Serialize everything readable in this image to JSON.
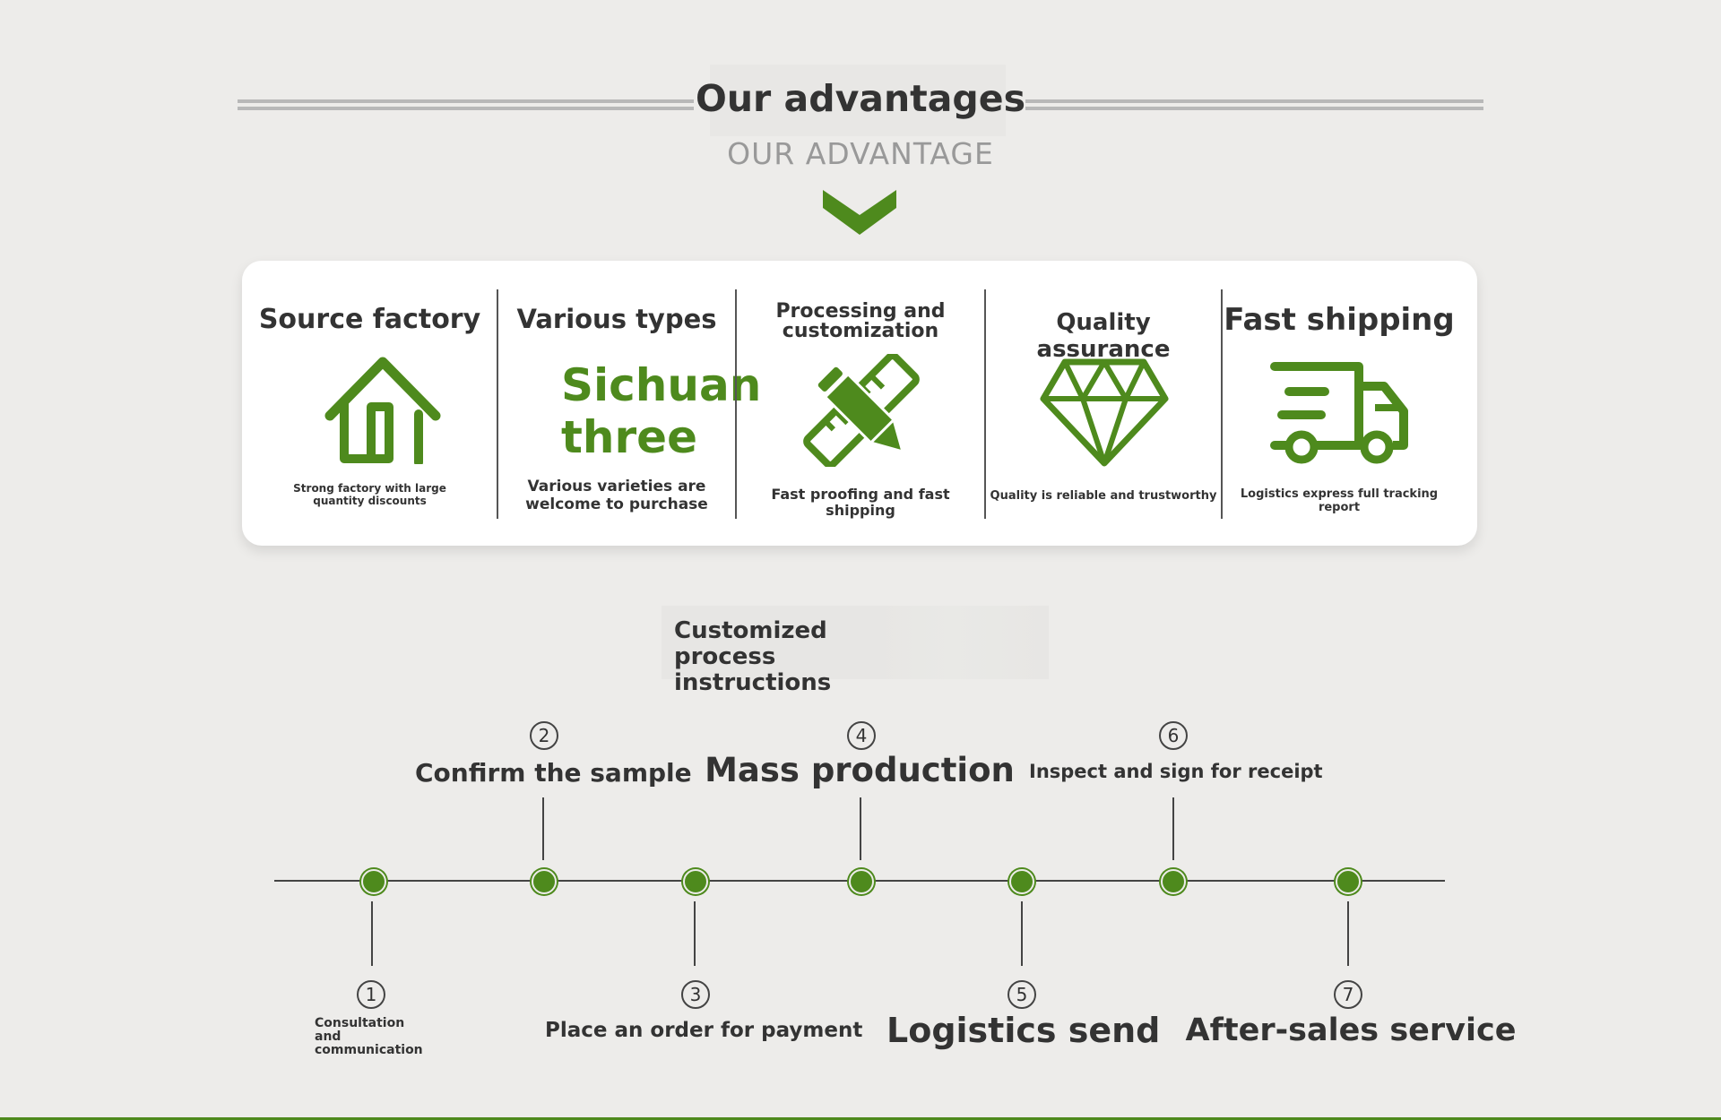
{
  "header": {
    "title": "Our advantages",
    "subtitle": "OUR ADVANTAGE",
    "chevron_icon": "chevron-down-icon"
  },
  "colors": {
    "accent_green": "#4e8a1d",
    "text_dark": "#333333",
    "subtitle_gray": "#999999",
    "background": "#edecea"
  },
  "advantages": [
    {
      "title": "Source factory",
      "icon": "house-icon",
      "desc": "Strong factory with large quantity discounts"
    },
    {
      "title": "Various types",
      "highlight": "Sichuan three",
      "desc": "Various varieties are welcome to purchase"
    },
    {
      "title": "Processing and customization",
      "icon": "pencil-ruler-icon",
      "desc": "Fast proofing and fast shipping"
    },
    {
      "title": "Quality assurance",
      "icon": "diamond-icon",
      "desc": "Quality is reliable and trustworthy"
    },
    {
      "title": "Fast shipping",
      "icon": "delivery-truck-icon",
      "desc": "Logistics express full tracking report"
    }
  ],
  "process": {
    "title": "Customized process instructions",
    "steps": [
      {
        "number": "1",
        "label": "Consultation and communication"
      },
      {
        "number": "2",
        "label": "Confirm the sample"
      },
      {
        "number": "3",
        "label": "Place an order for payment"
      },
      {
        "number": "4",
        "label": "Mass production"
      },
      {
        "number": "5",
        "label": "Logistics send"
      },
      {
        "number": "6",
        "label": "Inspect and sign for receipt"
      },
      {
        "number": "7",
        "label": "After-sales service"
      }
    ]
  }
}
